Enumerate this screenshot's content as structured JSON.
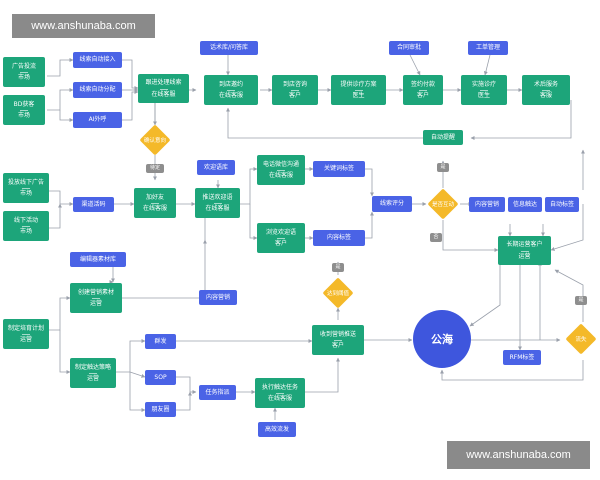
{
  "watermarks": [
    "www.anshunaba.com",
    "www.anshunaba.com"
  ],
  "nodes": {
    "ad_delivery": {
      "label": "广告投流",
      "sub": "市场"
    },
    "bd_acquisition": {
      "label": "BD获客",
      "sub": "市场"
    },
    "auto_lead_intake": {
      "label": "线索自动接入"
    },
    "auto_lead_distribution": {
      "label": "线索自动分配"
    },
    "ai_outbound": {
      "label": "AI外呼"
    },
    "followup_lead": {
      "label": "跟进处理线索",
      "sub": "在线客服"
    },
    "script_library_top": {
      "label": "话术库/问答库"
    },
    "arrival_appointment": {
      "label": "到店邀约",
      "sub": "在线客服"
    },
    "arrival_consult": {
      "label": "到店咨询",
      "sub": "客户"
    },
    "treatment_plan": {
      "label": "提供诊疗方案",
      "sub": "医生"
    },
    "contract_review": {
      "label": "合同审批"
    },
    "sign_payment": {
      "label": "签约付款",
      "sub": "客户"
    },
    "ticket_mgmt": {
      "label": "工单管理"
    },
    "perform_treatment": {
      "label": "实施诊疗",
      "sub": "医生"
    },
    "postop_service": {
      "label": "术后服务",
      "sub": "客服"
    },
    "offline_ads": {
      "label": "投放线下广告",
      "sub": "市场"
    },
    "offline_events": {
      "label": "线下活动",
      "sub": "市场"
    },
    "channel_qr": {
      "label": "渠道活码"
    },
    "add_friend": {
      "label": "加好友",
      "sub": "在线客服"
    },
    "welcome_library": {
      "label": "欢迎语库"
    },
    "send_welcome": {
      "label": "推送欢迎语",
      "sub": "在线客服"
    },
    "phone_wechat": {
      "label": "电话微信沟通",
      "sub": "在线客服"
    },
    "keyword_tags": {
      "label": "关键词标签"
    },
    "browse_welcome": {
      "label": "浏览欢迎语",
      "sub": "客户"
    },
    "content_tags": {
      "label": "内容标签"
    },
    "lead_scoring": {
      "label": "线索评分"
    },
    "auto_reminder": {
      "label": "自动提醒"
    },
    "content_marketing_tag": {
      "label": "内容营销"
    },
    "info_reach_tag": {
      "label": "信息触达"
    },
    "auto_tagging": {
      "label": "自动标签"
    },
    "long_term_ops": {
      "label": "长期运营客户",
      "sub": "运营"
    },
    "editor_library": {
      "label": "编辑器素材库"
    },
    "create_material": {
      "label": "创建营销素材",
      "sub": "运营"
    },
    "content_marketing": {
      "label": "内容营销"
    },
    "nurture_plan": {
      "label": "制定培育计划",
      "sub": "运营"
    },
    "reach_strategy": {
      "label": "制定触达策略",
      "sub": "运营"
    },
    "group_send": {
      "label": "群发"
    },
    "sop": {
      "label": "SOP"
    },
    "moments": {
      "label": "朋友圈"
    },
    "task_assign": {
      "label": "任务指派"
    },
    "execute_task": {
      "label": "执行触达任务",
      "sub": "在线客服"
    },
    "efficient_send": {
      "label": "高效流发"
    },
    "receive_marketing": {
      "label": "收到营销推送",
      "sub": "客户"
    },
    "rfm_tags": {
      "label": "RFM标签"
    }
  },
  "decisions": {
    "confirm_intent": "确认意向",
    "whether_interact": "是否互动",
    "reach_threshold": "达到阈值",
    "churn": "流失"
  },
  "edge_labels": {
    "pending": "待定",
    "yes_top": "是",
    "no_mid": "否",
    "yes_mid": "是",
    "yes_right": "是"
  },
  "center_label": "公海",
  "colors": {
    "green": "#1da57a",
    "blue": "#4a63e6",
    "diamond": "#f4b929",
    "gray": "#8e8e8e",
    "circle": "#3e56dd",
    "line": "#9aa0ab"
  }
}
